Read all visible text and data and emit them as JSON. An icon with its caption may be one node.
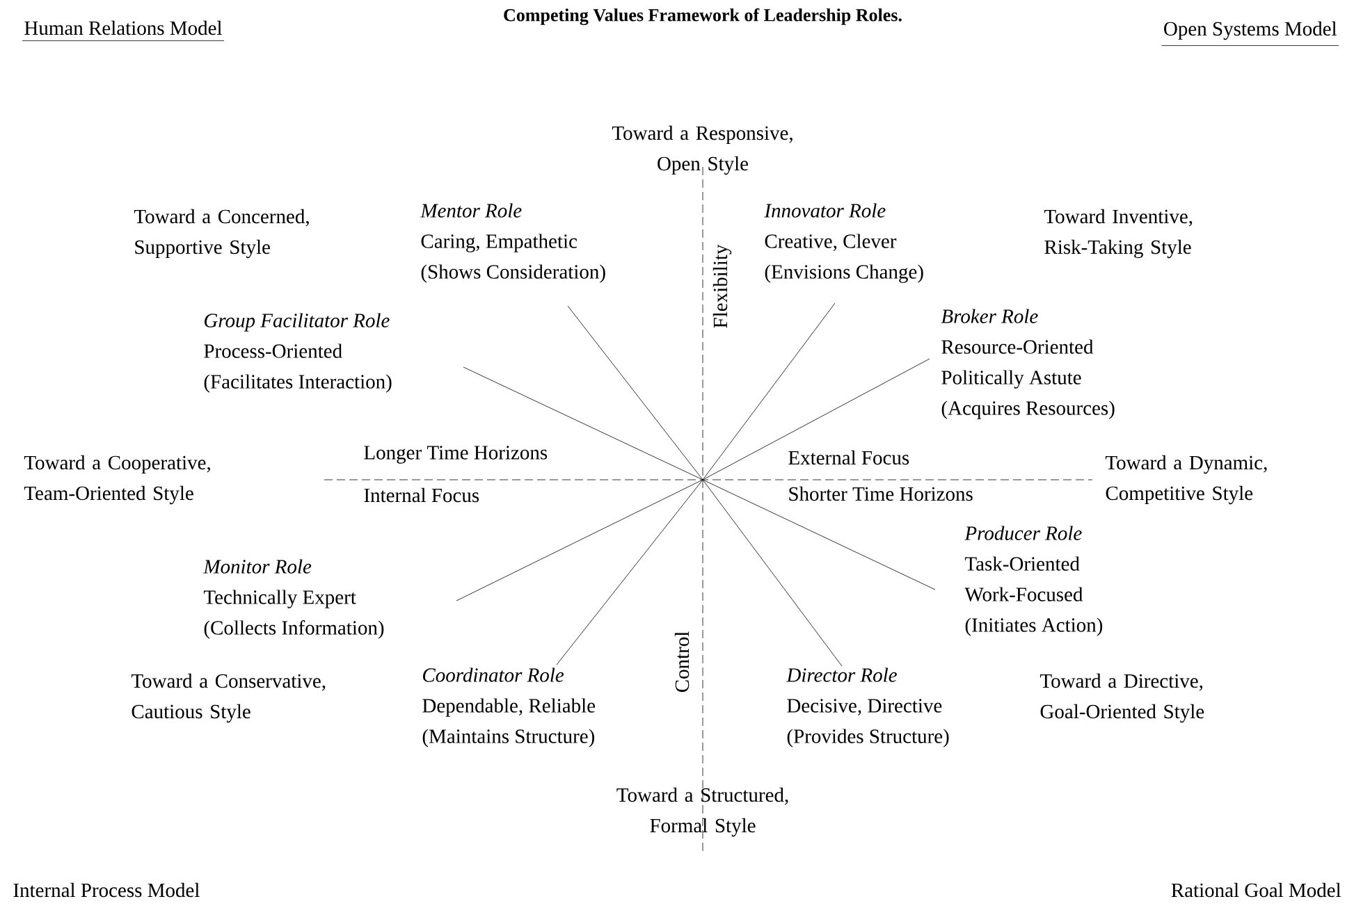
{
  "diagram": {
    "title": "Competing Values Framework of Leadership Roles.",
    "nodes": [
      {
        "text": [
          "Mentor Role",
          "Caring, Empathetic",
          "(Shows Consideration)"
        ]
      },
      {
        "text": [
          "Innovator Role",
          "Creative, Clever",
          "(Envisions Change)"
        ]
      },
      {
        "text": [
          "Group Facilitator Role",
          "Process-Oriented",
          "(Facilitates Interaction)"
        ]
      },
      {
        "text": [
          "Broker Role",
          "Resource-Oriented",
          "Politically Astute",
          "(Acquires Resources)"
        ]
      },
      {
        "text": [
          "Monitor Role",
          "Technically Expert",
          "(Collects Information)"
        ]
      },
      {
        "text": [
          "Producer Role",
          "Task-Oriented",
          "Work-Focused",
          "(Initiates Action)"
        ]
      },
      {
        "text": [
          "Coordinator Role",
          "Dependable, Reliable",
          "(Maintains Structure)"
        ]
      },
      {
        "text": [
          "Director Role",
          "Decisive, Directive",
          "(Provides Structure)"
        ]
      }
    ],
    "edges": [
      {
        "from": 0,
        "to": null,
        "arrow": "none"
      },
      {
        "from": 1,
        "to": null,
        "arrow": "none"
      },
      {
        "from": 2,
        "to": null,
        "arrow": "none"
      },
      {
        "from": 3,
        "to": null,
        "arrow": "none"
      },
      {
        "from": 4,
        "to": null,
        "arrow": "none"
      },
      {
        "from": 5,
        "to": null,
        "arrow": "none"
      },
      {
        "from": 6,
        "to": null,
        "arrow": "none"
      },
      {
        "from": 7,
        "to": null,
        "arrow": "none"
      }
    ],
    "labels": [
      "Human Relations Model",
      "Open Systems Model",
      "Toward a Responsive, Open Style",
      "Toward a Concerned, Supportive Style",
      "Toward Inventive, Risk-Taking Style",
      "Flexibility",
      "Toward a Cooperative, Team-Oriented Style",
      "Longer Time Horizons",
      "External Focus",
      "Toward a Dynamic, Competitive Style",
      "Internal Focus",
      "Shorter Time Horizons",
      "Control",
      "Toward a Conservative, Cautious Style",
      "Toward a Directive, Goal-Oriented Style",
      "Toward a Structured, Formal Style",
      "Internal Process Model",
      "Rational Goal Model"
    ]
  }
}
